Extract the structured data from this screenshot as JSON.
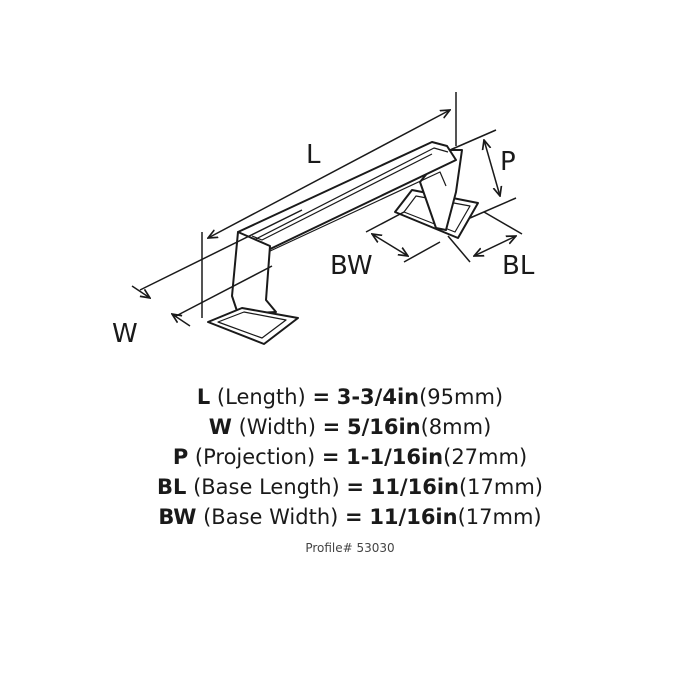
{
  "diagram": {
    "labels": {
      "length": "L",
      "projection": "P",
      "width": "W",
      "base_width": "BW",
      "base_length": "BL"
    }
  },
  "specs": [
    {
      "code": "L",
      "name": "(Length)",
      "eq": "=",
      "imperial": "3-3/4in",
      "metric": "(95mm)"
    },
    {
      "code": "W",
      "name": "(Width)",
      "eq": "=",
      "imperial": "5/16in",
      "metric": "(8mm)"
    },
    {
      "code": "P",
      "name": "(Projection)",
      "eq": "=",
      "imperial": "1-1/16in",
      "metric": "(27mm)"
    },
    {
      "code": "BL",
      "name": "(Base Length)",
      "eq": "=",
      "imperial": "11/16in",
      "metric": "(17mm)"
    },
    {
      "code": "BW",
      "name": "(Base Width)",
      "eq": "=",
      "imperial": "11/16in",
      "metric": "(17mm)"
    }
  ],
  "profile": "Profile# 53030",
  "colors": {
    "line": "#1a1a1a",
    "handle_fill": "#ffffff"
  }
}
